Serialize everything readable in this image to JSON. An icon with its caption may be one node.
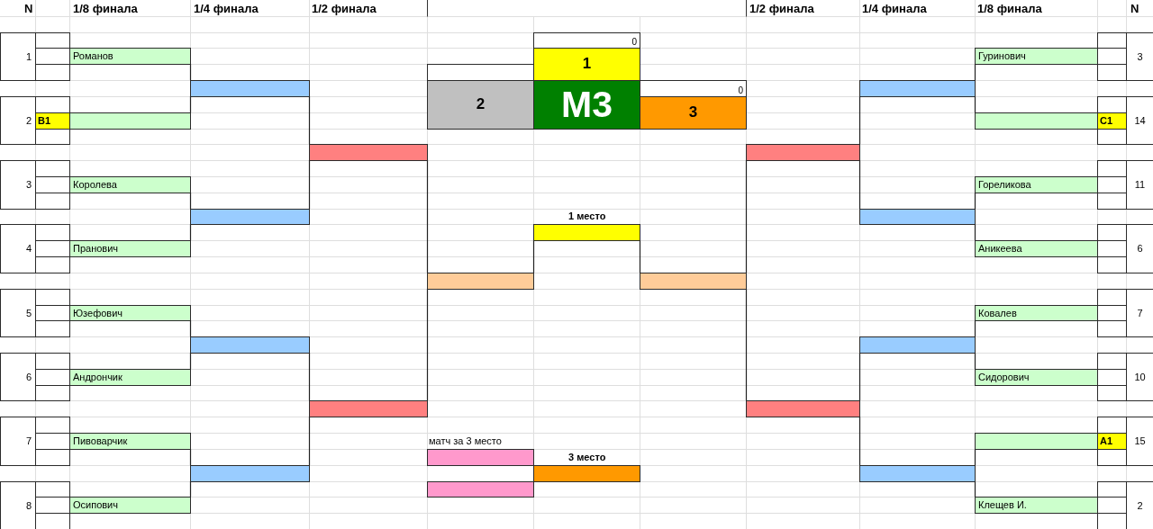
{
  "diagram": {
    "nodes": [
      {
        "text": [
          "1"
        ]
      },
      {
        "text": [],
        "shape": "box"
      },
      {
        "text": [],
        "shape": "box"
      },
      {
        "text": [
          "Романов"
        ]
      },
      {
        "text": [
          "2"
        ]
      },
      {
        "text": [],
        "shape": "box"
      },
      {
        "text": [
          "B1"
        ]
      },
      {
        "text": [],
        "shape": "box"
      },
      {
        "text": [],
        "shape": "box"
      },
      {
        "text": [
          "3"
        ]
      },
      {
        "text": [],
        "shape": "box"
      },
      {
        "text": [],
        "shape": "box"
      },
      {
        "text": [
          "Королева"
        ]
      },
      {
        "text": [
          "4"
        ]
      },
      {
        "text": [],
        "shape": "box"
      },
      {
        "text": [],
        "shape": "box"
      },
      {
        "text": [
          "Пранович"
        ]
      },
      {
        "text": [
          "5"
        ]
      },
      {
        "text": [],
        "shape": "box"
      },
      {
        "text": [],
        "shape": "box"
      },
      {
        "text": [
          "Юзефович"
        ]
      },
      {
        "text": [
          "6"
        ]
      },
      {
        "text": [],
        "shape": "box"
      },
      {
        "text": [],
        "shape": "box"
      },
      {
        "text": [
          "Андрончик"
        ]
      },
      {
        "text": [
          "7"
        ]
      },
      {
        "text": [],
        "shape": "box"
      },
      {
        "text": [],
        "shape": "box"
      },
      {
        "text": [
          "Пивоварчик"
        ]
      },
      {
        "text": [
          "8"
        ]
      },
      {
        "text": [],
        "shape": "box"
      },
      {
        "text": [],
        "shape": "box"
      },
      {
        "text": [
          "Осипович"
        ]
      },
      {
        "text": [],
        "shape": "box"
      },
      {
        "text": [],
        "shape": "box"
      },
      {
        "text": [],
        "shape": "box"
      },
      {
        "text": [],
        "shape": "box"
      },
      {
        "text": [],
        "shape": "box"
      },
      {
        "text": [],
        "shape": "box"
      },
      {
        "text": [],
        "shape": "box"
      },
      {
        "text": [
          "0"
        ]
      },
      {
        "text": [
          "1"
        ]
      },
      {
        "text": [],
        "shape": "box"
      },
      {
        "text": [
          "2"
        ]
      },
      {
        "text": [
          "M3"
        ]
      },
      {
        "text": [
          "0"
        ]
      },
      {
        "text": [
          "3"
        ]
      },
      {
        "text": [],
        "shape": "box",
        "beside": [
          "1 место"
        ]
      },
      {
        "text": [],
        "shape": "box"
      },
      {
        "text": [],
        "shape": "box",
        "beside": [
          "3 место"
        ]
      },
      {
        "text": [],
        "shape": "box"
      },
      {
        "text": [],
        "shape": "box"
      },
      {
        "text": [],
        "shape": "box"
      },
      {
        "text": [],
        "shape": "box"
      },
      {
        "text": [],
        "shape": "box"
      },
      {
        "text": [],
        "shape": "box"
      },
      {
        "text": [],
        "shape": "box"
      },
      {
        "text": [],
        "shape": "box"
      },
      {
        "text": [
          "Гуринович"
        ]
      },
      {
        "text": [],
        "shape": "box"
      },
      {
        "text": [],
        "shape": "box"
      },
      {
        "text": [
          "3"
        ]
      },
      {
        "text": [],
        "shape": "box"
      },
      {
        "text": [],
        "shape": "box"
      },
      {
        "text": [
          "C1"
        ]
      },
      {
        "text": [],
        "shape": "box"
      },
      {
        "text": [
          "14"
        ]
      },
      {
        "text": [
          "Гореликова"
        ]
      },
      {
        "text": [],
        "shape": "box"
      },
      {
        "text": [],
        "shape": "box"
      },
      {
        "text": [
          "11"
        ]
      },
      {
        "text": [
          "Аникеева"
        ]
      },
      {
        "text": [],
        "shape": "box"
      },
      {
        "text": [],
        "shape": "box"
      },
      {
        "text": [
          "6"
        ]
      },
      {
        "text": [
          "Ковалев"
        ]
      },
      {
        "text": [],
        "shape": "box"
      },
      {
        "text": [],
        "shape": "box"
      },
      {
        "text": [
          "7"
        ]
      },
      {
        "text": [
          "Сидорович"
        ]
      },
      {
        "text": [],
        "shape": "box"
      },
      {
        "text": [],
        "shape": "box"
      },
      {
        "text": [
          "10"
        ]
      },
      {
        "text": [],
        "shape": "box"
      },
      {
        "text": [],
        "shape": "box"
      },
      {
        "text": [
          "A1"
        ]
      },
      {
        "text": [],
        "shape": "box"
      },
      {
        "text": [
          "15"
        ]
      },
      {
        "text": [
          "Клещев И."
        ]
      },
      {
        "text": [],
        "shape": "box"
      },
      {
        "text": [],
        "shape": "box"
      },
      {
        "text": [
          "2"
        ]
      }
    ],
    "edges": [
      {
        "from": 3,
        "to": 33,
        "arrow": "none"
      },
      {
        "from": 8,
        "to": 33,
        "arrow": "none"
      },
      {
        "from": 12,
        "to": 34,
        "arrow": "none"
      },
      {
        "from": 16,
        "to": 34,
        "arrow": "none"
      },
      {
        "from": 20,
        "to": 35,
        "arrow": "none"
      },
      {
        "from": 24,
        "to": 35,
        "arrow": "none"
      },
      {
        "from": 28,
        "to": 36,
        "arrow": "none"
      },
      {
        "from": 32,
        "to": 36,
        "arrow": "none"
      },
      {
        "from": 33,
        "to": 37,
        "arrow": "none"
      },
      {
        "from": 34,
        "to": 37,
        "arrow": "none"
      },
      {
        "from": 35,
        "to": 38,
        "arrow": "none"
      },
      {
        "from": 36,
        "to": 38,
        "arrow": "none"
      },
      {
        "from": 37,
        "to": 39,
        "arrow": "none"
      },
      {
        "from": 38,
        "to": 39,
        "arrow": "none"
      },
      {
        "from": 39,
        "to": 47,
        "arrow": "none"
      },
      {
        "from": 58,
        "to": 54,
        "arrow": "none"
      },
      {
        "from": 62,
        "to": 54,
        "arrow": "none"
      },
      {
        "from": 67,
        "to": 55,
        "arrow": "none"
      },
      {
        "from": 71,
        "to": 55,
        "arrow": "none"
      },
      {
        "from": 75,
        "to": 56,
        "arrow": "none"
      },
      {
        "from": 79,
        "to": 56,
        "arrow": "none"
      },
      {
        "from": 83,
        "to": 57,
        "arrow": "none"
      },
      {
        "from": 88,
        "to": 57,
        "arrow": "none"
      },
      {
        "from": 54,
        "to": 52,
        "arrow": "none"
      },
      {
        "from": 55,
        "to": 52,
        "arrow": "none"
      },
      {
        "from": 56,
        "to": 53,
        "arrow": "none"
      },
      {
        "from": 57,
        "to": 53,
        "arrow": "none"
      },
      {
        "from": 52,
        "to": 51,
        "arrow": "none"
      },
      {
        "from": 53,
        "to": 51,
        "arrow": "none"
      },
      {
        "from": 51,
        "to": 47,
        "arrow": "none"
      }
    ],
    "labels": [
      "N",
      "1/8 финала",
      "1/4 финала",
      "1/2 финала",
      "1/2 финала",
      "1/4 финала",
      "1/8 финала",
      "N",
      "матч за 3 место"
    ]
  }
}
